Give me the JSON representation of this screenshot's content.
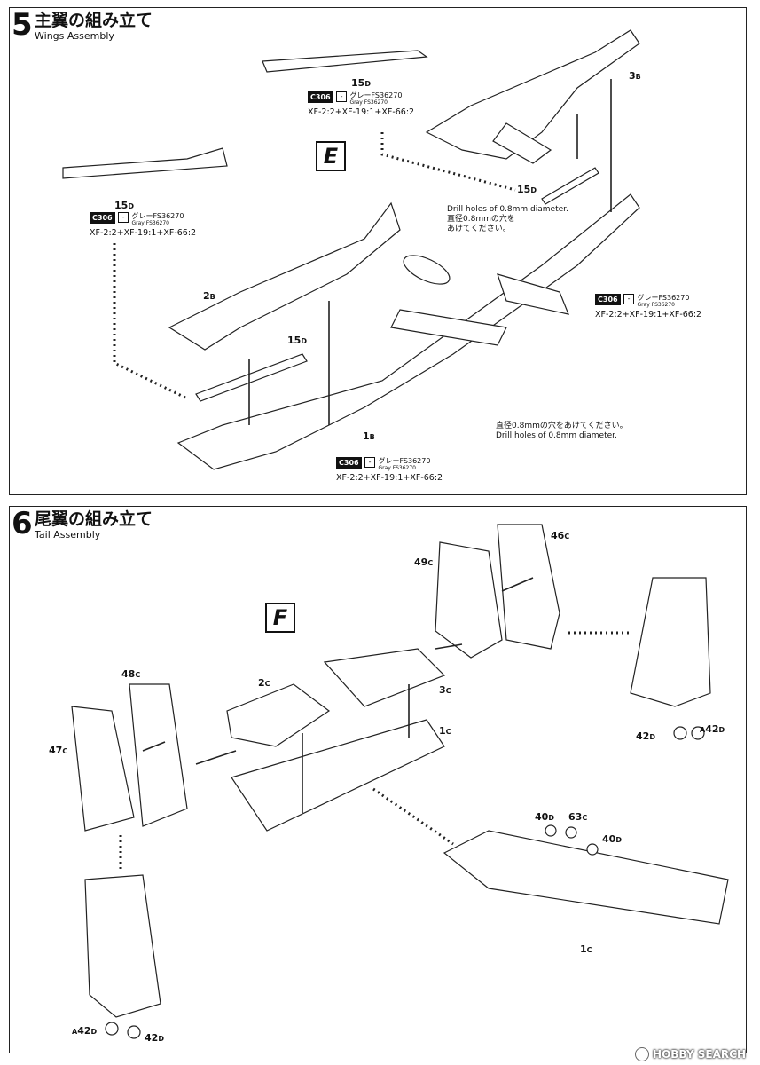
{
  "steps": [
    {
      "number": "5",
      "title_jp": "主翼の組み立て",
      "title_en": "Wings Assembly",
      "group": "E"
    },
    {
      "number": "6",
      "title_jp": "尾翼の組み立て",
      "title_en": "Tail Assembly",
      "group": "F"
    }
  ],
  "wings_parts": {
    "p15d_top": {
      "num": "15",
      "sfx": "D"
    },
    "p15d_left": {
      "num": "15",
      "sfx": "D"
    },
    "p15d_mid": {
      "num": "15",
      "sfx": "D"
    },
    "p15d_right": {
      "num": "15",
      "sfx": "D"
    },
    "p3b": {
      "num": "3",
      "sfx": "B"
    },
    "p2b": {
      "num": "2",
      "sfx": "B"
    },
    "p1b": {
      "num": "1",
      "sfx": "B"
    }
  },
  "paint": {
    "code": "C306",
    "dash": "-",
    "name_jp": "グレーFS36270",
    "name_en": "Gray FS36270",
    "mix": "XF-2:2+XF-19:1+XF-66:2"
  },
  "notes": {
    "drill_top_en": "Drill holes of 0.8mm diameter.",
    "drill_top_jp1": "直径0.8mmの穴を",
    "drill_top_jp2": "あけてください。",
    "drill_bottom_jp": "直径0.8mmの穴をあけてください。",
    "drill_bottom_en": "Drill holes of 0.8mm diameter."
  },
  "tail_parts": {
    "p46c": {
      "num": "46",
      "sfx": "C"
    },
    "p49c": {
      "num": "49",
      "sfx": "C"
    },
    "p48c": {
      "num": "48",
      "sfx": "C"
    },
    "p47c": {
      "num": "47",
      "sfx": "C"
    },
    "p2c": {
      "num": "2",
      "sfx": "C"
    },
    "p3c": {
      "num": "3",
      "sfx": "C"
    },
    "p1c_top": {
      "num": "1",
      "sfx": "C"
    },
    "p1c_bottom": {
      "num": "1",
      "sfx": "C"
    },
    "p42d_r1": {
      "num": "42",
      "sfx": "D"
    },
    "a42d_r": {
      "pre": "A",
      "num": "42",
      "sfx": "D"
    },
    "a42d_l": {
      "pre": "A",
      "num": "42",
      "sfx": "D"
    },
    "p42d_l": {
      "num": "42",
      "sfx": "D"
    },
    "p40d_1": {
      "num": "40",
      "sfx": "D"
    },
    "p63c": {
      "num": "63",
      "sfx": "C"
    },
    "p40d_2": {
      "num": "40",
      "sfx": "D"
    }
  },
  "watermark": "HOBBY SEARCH"
}
